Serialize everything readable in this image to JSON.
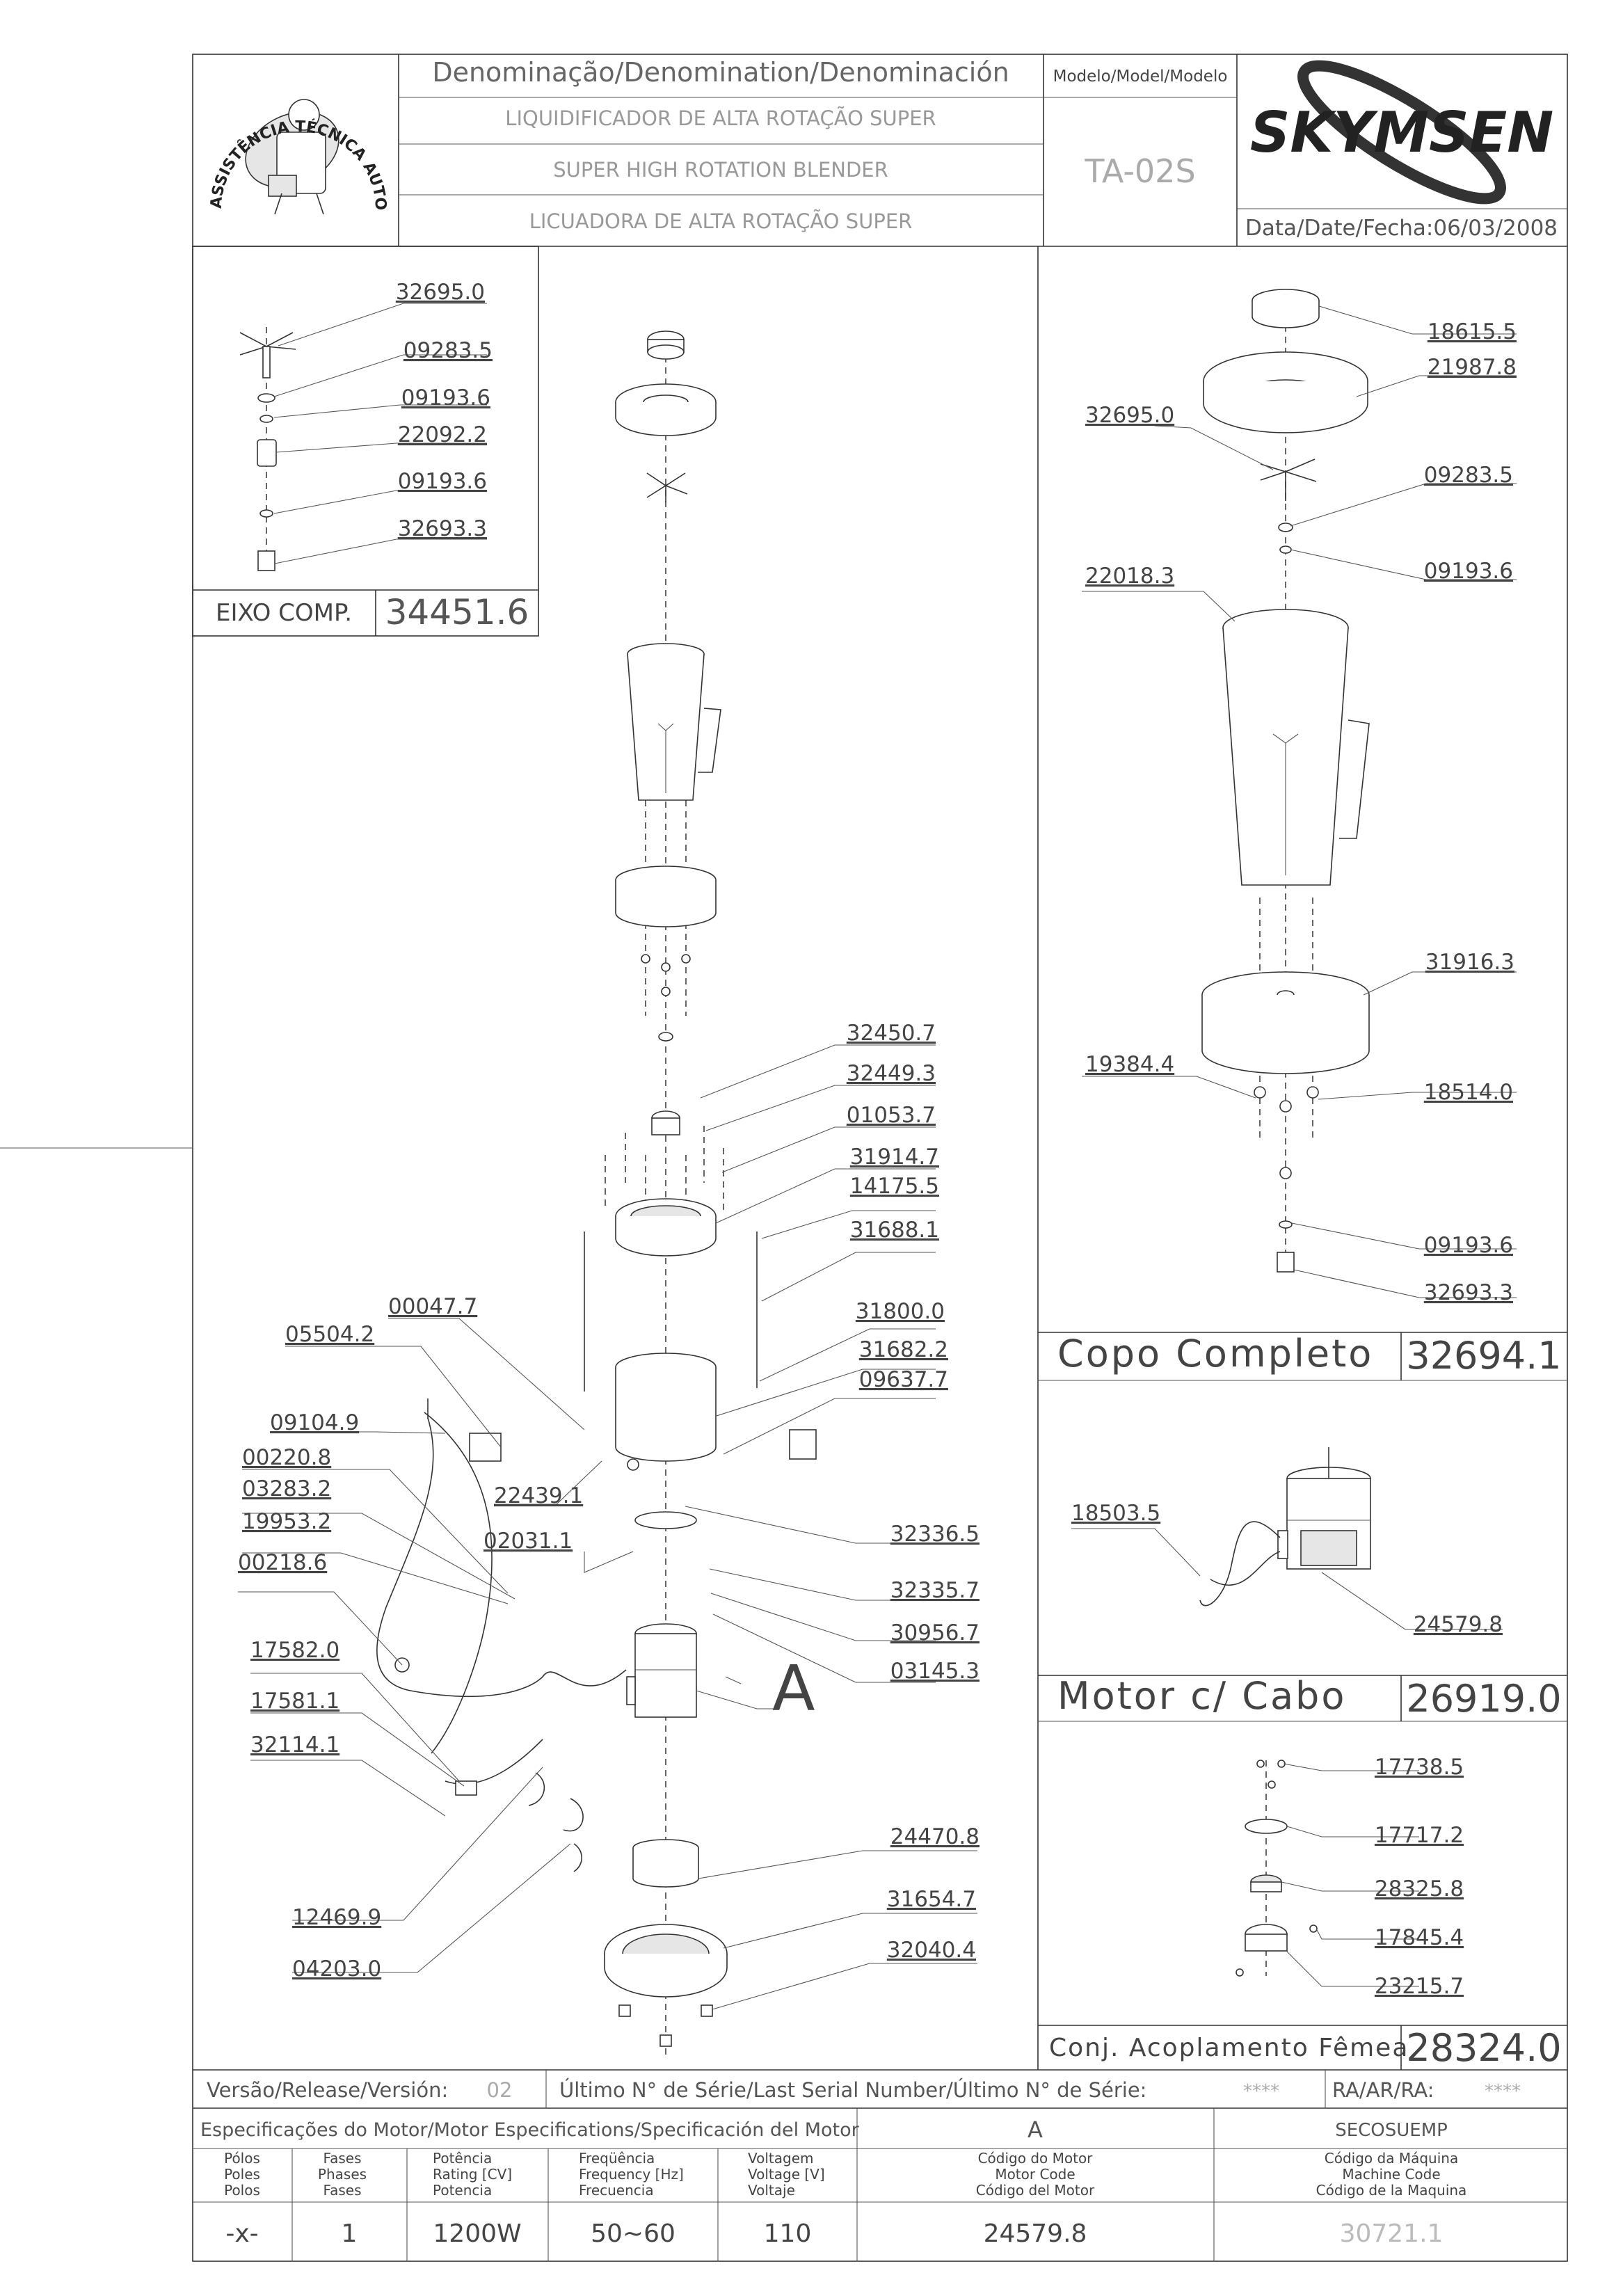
{
  "header": {
    "logo_left_text": "ASSISTÊNCIA TÉCNICA AUTORIZADA",
    "denomination_label": "Denominação/Denomination/Denominación",
    "name_pt": "LIQUIDIFICADOR DE ALTA ROTAÇÃO SUPER",
    "name_en": "SUPER HIGH ROTATION BLENDER",
    "name_es": "LICUADORA DE ALTA ROTAÇÃO SUPER",
    "model_label": "Modelo/Model/Modelo",
    "model_value": "TA-02S",
    "brand": "SKYMSEN",
    "date_label": "Data/Date/Fecha:",
    "date_value": "06/03/2008"
  },
  "shaft_box": {
    "parts": [
      "32695.0",
      "09283.5",
      "09193.6",
      "22092.2",
      "09193.6",
      "32693.3"
    ],
    "title": "EIXO COMP.",
    "code": "34451.6"
  },
  "main_parts": {
    "right_labels": [
      "32450.7",
      "32449.3",
      "01053.7",
      "31914.7",
      "14175.5",
      "31688.1",
      "31800.0",
      "31682.2",
      "09637.7",
      "32336.5",
      "32335.7",
      "30956.7",
      "03145.3",
      "24470.8",
      "31654.7",
      "32040.4"
    ],
    "left_labels": [
      "00047.7",
      "05504.2",
      "09104.9",
      "00220.8",
      "03283.2",
      "19953.2",
      "00218.6",
      "17582.0",
      "17581.1",
      "32114.1",
      "12469.9",
      "04203.0"
    ],
    "inline_labels": [
      "22439.1",
      "02031.1"
    ],
    "motor_callout": "A"
  },
  "cup_box": {
    "parts": [
      "18615.5",
      "21987.8",
      "32695.0",
      "09283.5",
      "22018.3",
      "09193.6",
      "31916.3",
      "19384.4",
      "18514.0",
      "09193.6",
      "32693.3"
    ],
    "title": "Copo Completo",
    "code": "32694.1"
  },
  "motor_box": {
    "parts": [
      "18503.5",
      "24579.8"
    ],
    "title": "Motor c/ Cabo",
    "code": "26919.0"
  },
  "coupling_box": {
    "parts": [
      "17738.5",
      "17717.2",
      "28325.8",
      "17845.4",
      "23215.7"
    ],
    "title": "Conj. Acoplamento Fêmea",
    "code": "28324.0"
  },
  "footer": {
    "version_label": "Versão/Release/Versión:",
    "version_value": "02",
    "serial_label": "Último N° de Série/Last Serial Number/Último N° de Série:",
    "serial_value": "****",
    "ra_label": "RA/AR/RA:",
    "ra_value": "****",
    "spec_title": "Especificações do Motor/Motor Especifications/Specificación del Motor",
    "spec_letter": "A",
    "machine_ref": "SECOSUEMP",
    "columns": [
      [
        "Pólos",
        "Poles",
        "Polos"
      ],
      [
        "Fases",
        "Phases",
        "Fases"
      ],
      [
        "Potência",
        "Rating [CV]",
        "Potencia"
      ],
      [
        "Freqüência",
        "Frequency [Hz]",
        "Frecuencia"
      ],
      [
        "Voltagem",
        "Voltage [V]",
        "Voltaje"
      ],
      [
        "Código do Motor",
        "Motor Code",
        "Código del Motor"
      ],
      [
        "Código da Máquina",
        "Machine Code",
        "Código de la Maquina"
      ]
    ],
    "values": [
      "-x-",
      "1",
      "1200W",
      "50~60",
      "110",
      "24579.8",
      "30721.1"
    ]
  }
}
